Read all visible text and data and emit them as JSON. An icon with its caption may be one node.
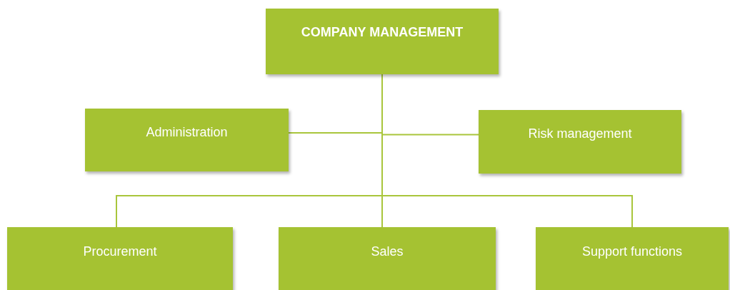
{
  "diagram": {
    "nodes": [
      {
        "text": [
          "COMPANY MANAGEMENT"
        ]
      },
      {
        "text": [
          "Administration"
        ]
      },
      {
        "text": [
          "Risk management"
        ]
      },
      {
        "text": [
          "Procurement"
        ]
      },
      {
        "text": [
          "Sales"
        ]
      },
      {
        "text": [
          "Support functions"
        ]
      }
    ],
    "edges": [
      {
        "from": 0,
        "to": 1,
        "arrow": "none"
      },
      {
        "from": 0,
        "to": 2,
        "arrow": "none"
      },
      {
        "from": 0,
        "to": 3,
        "arrow": "none"
      },
      {
        "from": 0,
        "to": 4,
        "arrow": "none"
      },
      {
        "from": 0,
        "to": 5,
        "arrow": "none"
      }
    ]
  }
}
